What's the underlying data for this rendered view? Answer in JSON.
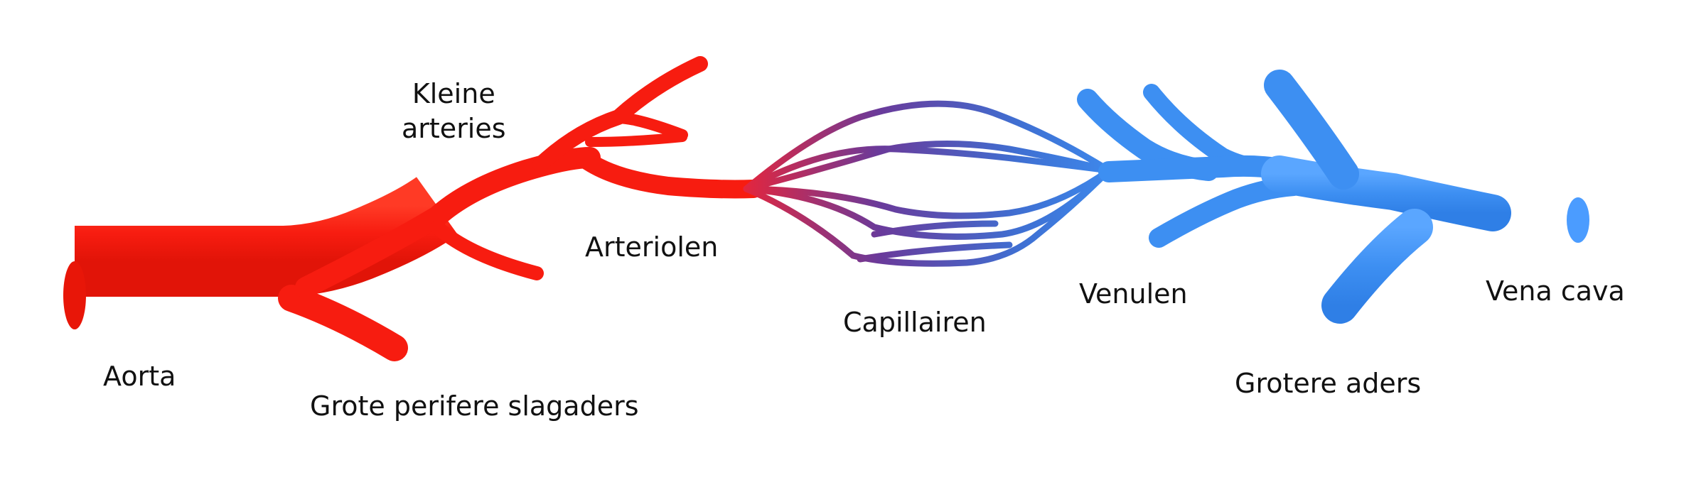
{
  "labels": {
    "aorta": "Aorta",
    "large_arteries": "Grote perifere slagaders",
    "small_arteries_line1": "Kleine",
    "small_arteries_line2": "arteries",
    "arterioles": "Arteriolen",
    "capillaries": "Capillairen",
    "venules": "Venulen",
    "larger_veins": "Grotere aders",
    "vena_cava": "Vena cava"
  },
  "colors": {
    "artery": "#f71c10",
    "capillary": "#7a3790",
    "vein": "#3d8ff2"
  }
}
